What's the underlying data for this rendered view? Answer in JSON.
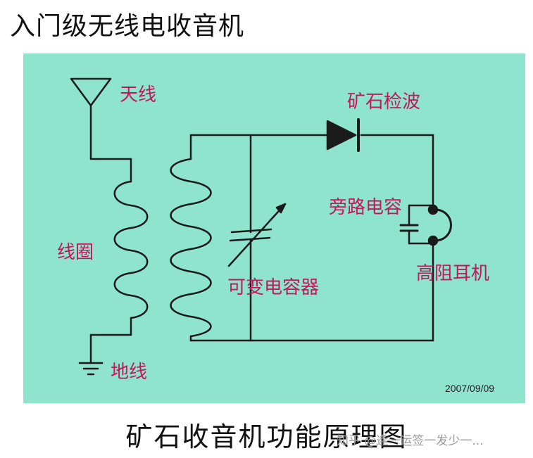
{
  "title": "入门级无线电收音机",
  "subtitle": "矿石收音机功能原理图",
  "labels": {
    "antenna": "天线",
    "coil": "线圈",
    "ground": "地线",
    "detector": "矿石检波",
    "variable_capacitor": "可变电容器",
    "bypass_capacitor": "旁路电容",
    "earphone": "高阻耳机"
  },
  "date": "2007/09/09",
  "watermark": "知乎 @逢一运签一发少一...",
  "colors": {
    "background": "#8ee4cd",
    "label_text": "#c2185b",
    "wire": "#1a1a1a"
  },
  "icons": [
    "antenna-icon",
    "ground-icon",
    "diode-icon",
    "coil-icon",
    "variable-capacitor-icon",
    "capacitor-icon",
    "earphone-icon"
  ]
}
